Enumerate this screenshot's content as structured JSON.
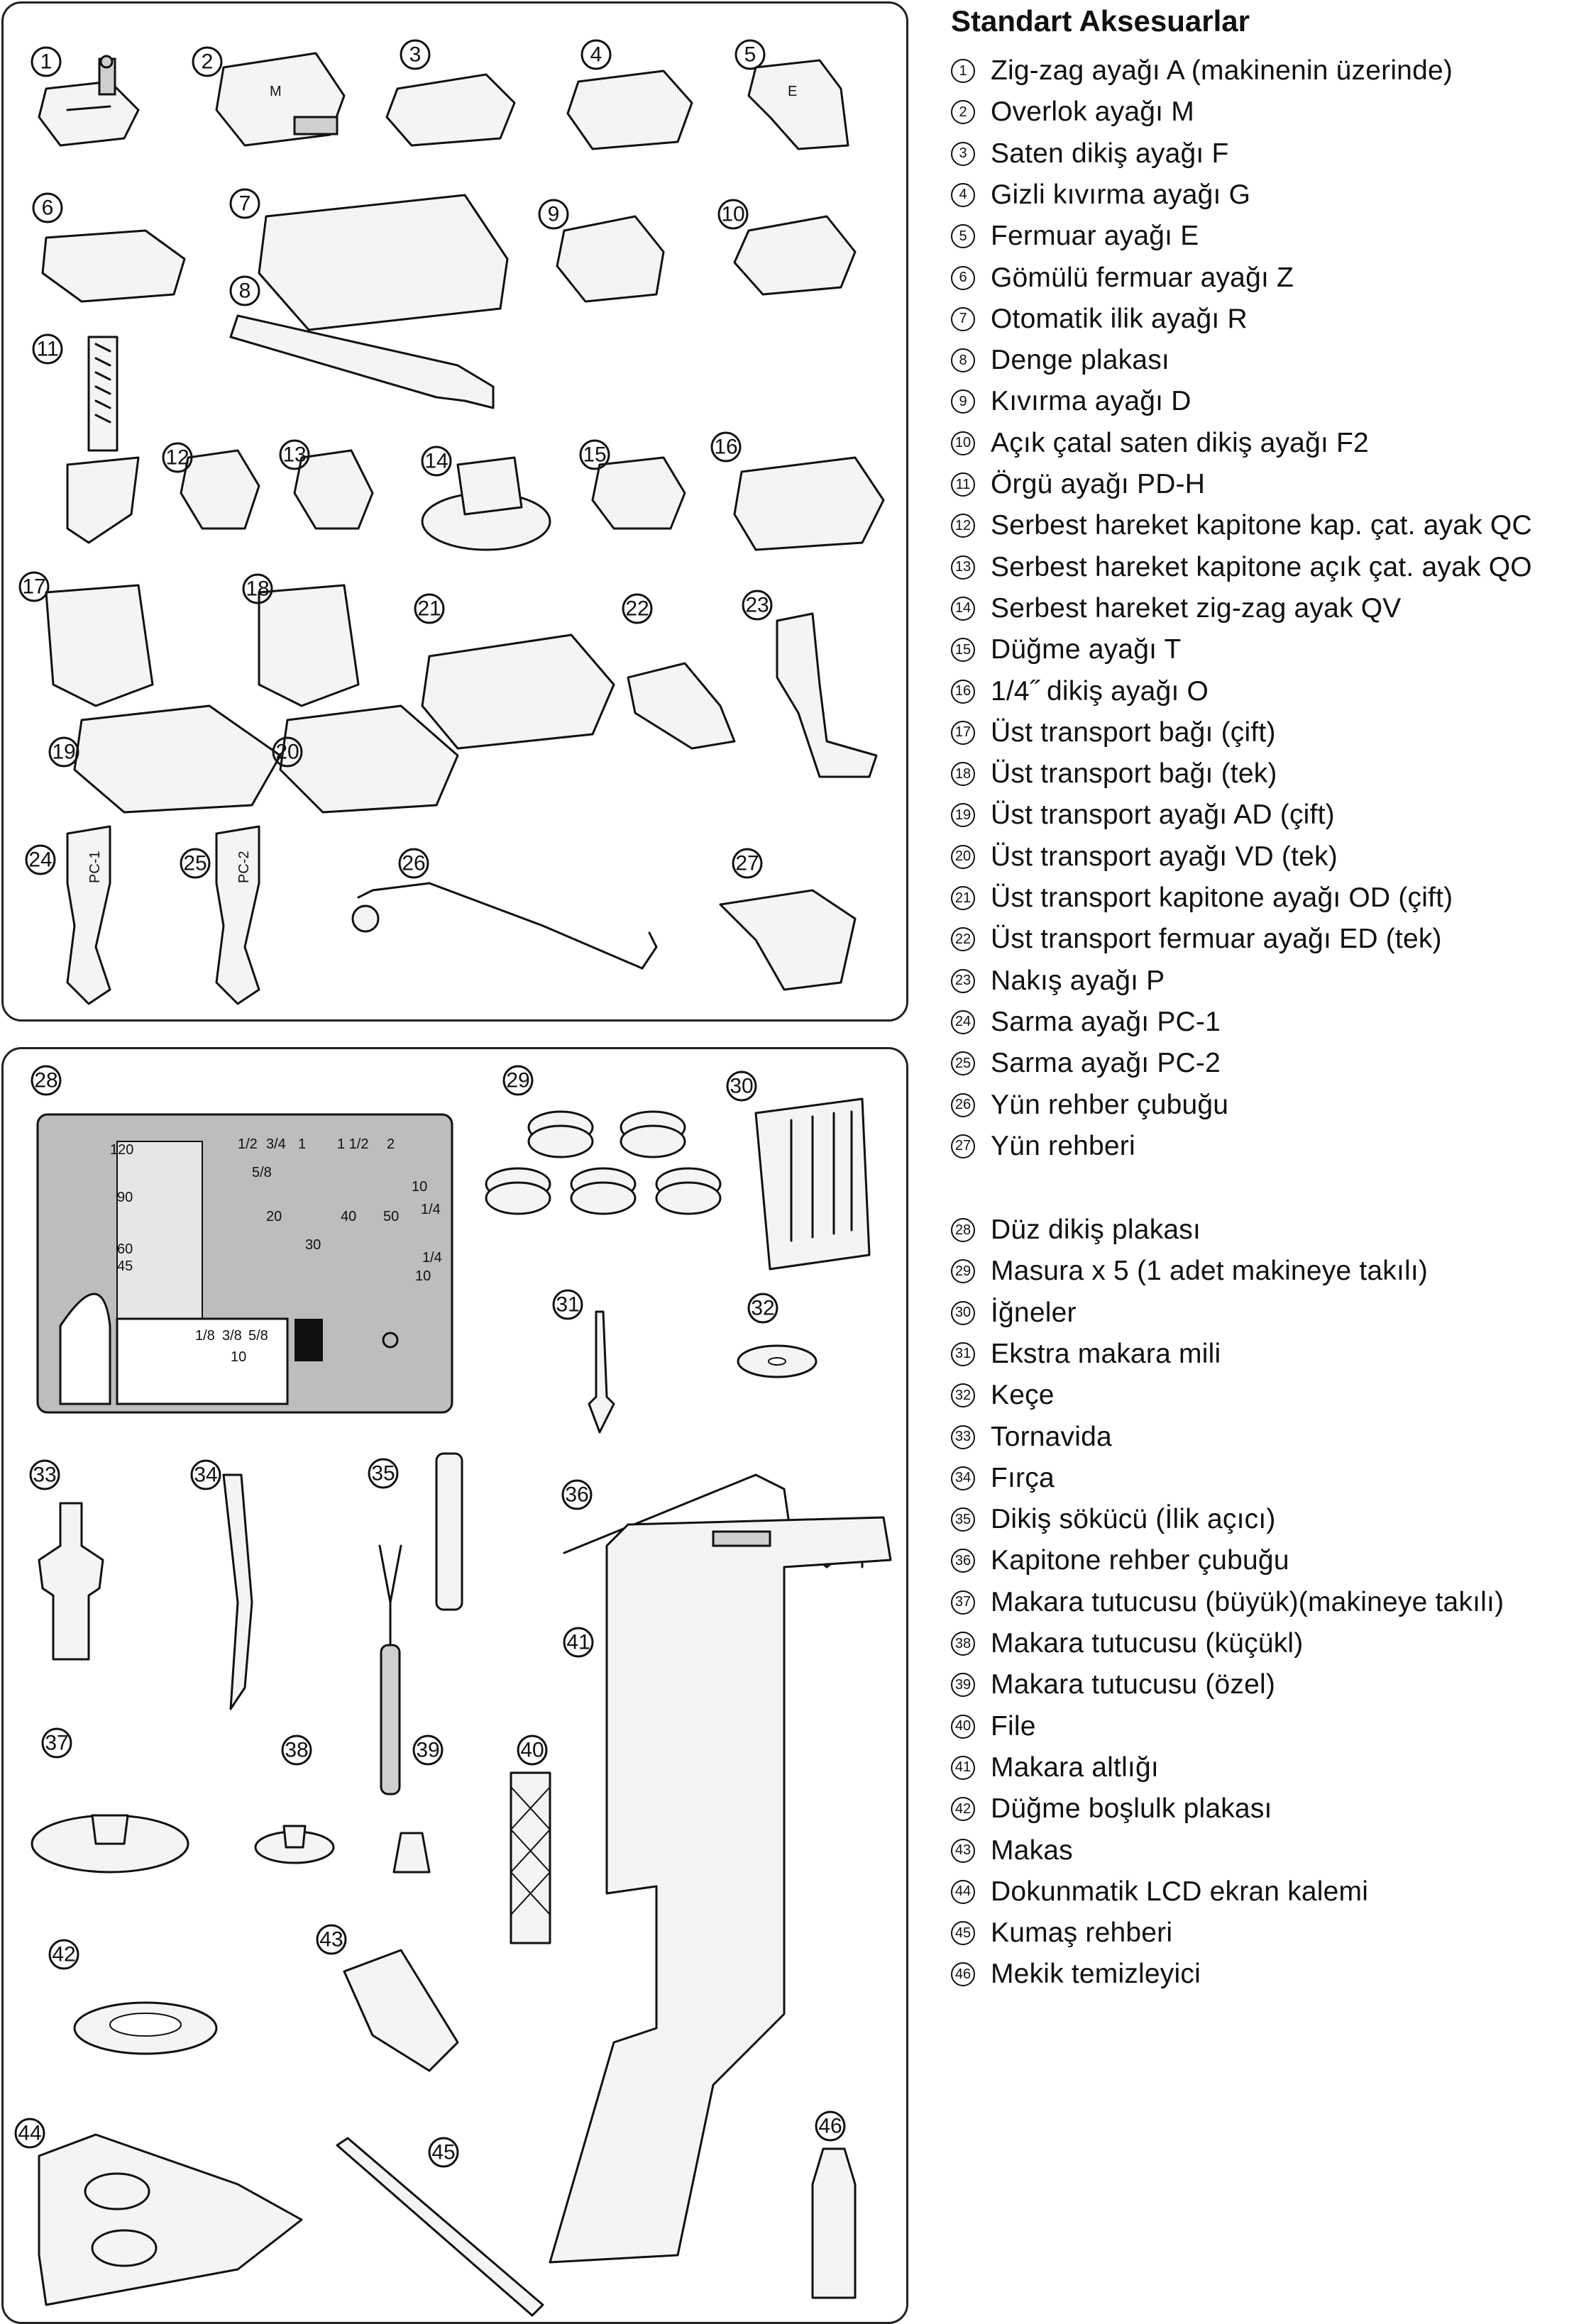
{
  "title": "Standart Aksesuarlar",
  "items": [
    {
      "num": "1",
      "label": "Zig-zag ayağı A (makinenin üzerinde)"
    },
    {
      "num": "2",
      "label": "Overlok ayağı M"
    },
    {
      "num": "3",
      "label": "Saten dikiş ayağı F"
    },
    {
      "num": "4",
      "label": "Gizli kıvırma ayağı G"
    },
    {
      "num": "5",
      "label": "Fermuar ayağı E"
    },
    {
      "num": "6",
      "label": "Gömülü fermuar ayağı Z"
    },
    {
      "num": "7",
      "label": "Otomatik ilik ayağı R"
    },
    {
      "num": "8",
      "label": "Denge plakası"
    },
    {
      "num": "9",
      "label": "Kıvırma ayağı D"
    },
    {
      "num": "10",
      "label": "Açık çatal saten dikiş ayağı F2"
    },
    {
      "num": "11",
      "label": "Örgü ayağı PD-H"
    },
    {
      "num": "12",
      "label": "Serbest hareket kapitone kap. çat. ayak QC"
    },
    {
      "num": "13",
      "label": "Serbest hareket kapitone açık çat. ayak QO"
    },
    {
      "num": "14",
      "label": "Serbest hareket zig-zag ayak QV"
    },
    {
      "num": "15",
      "label": "Düğme ayağı T"
    },
    {
      "num": "16",
      "label": "1/4˝ dikiş ayağı O"
    },
    {
      "num": "17",
      "label": "Üst transport bağı (çift)"
    },
    {
      "num": "18",
      "label": "Üst transport bağı (tek)"
    },
    {
      "num": "19",
      "label": "Üst transport ayağı AD (çift)"
    },
    {
      "num": "20",
      "label": "Üst transport ayağı VD (tek)"
    },
    {
      "num": "21",
      "label": "Üst transport kapitone ayağı OD (çift)"
    },
    {
      "num": "22",
      "label": "Üst transport fermuar ayağı ED (tek)"
    },
    {
      "num": "23",
      "label": "Nakış ayağı P"
    },
    {
      "num": "24",
      "label": "Sarma ayağı PC-1"
    },
    {
      "num": "25",
      "label": "Sarma ayağı PC-2"
    },
    {
      "num": "26",
      "label": "Yün rehber çubuğu"
    },
    {
      "num": "27",
      "label": "Yün rehberi"
    },
    {
      "num": "28",
      "label": "Düz dikiş plakası"
    },
    {
      "num": "29",
      "label": "Masura  x 5 (1 adet makineye takılı)"
    },
    {
      "num": "30",
      "label": "İğneler"
    },
    {
      "num": "31",
      "label": "Ekstra makara mili"
    },
    {
      "num": "32",
      "label": "Keçe"
    },
    {
      "num": "33",
      "label": "Tornavida"
    },
    {
      "num": "34",
      "label": "Fırça"
    },
    {
      "num": "35",
      "label": "Dikiş sökücü (İlik açıcı)"
    },
    {
      "num": "36",
      "label": "Kapitone rehber çubuğu"
    },
    {
      "num": "37",
      "label": "Makara tutucusu (büyük)(makineye takılı)"
    },
    {
      "num": "38",
      "label": "Makara tutucusu (küçükl)"
    },
    {
      "num": "39",
      "label": "Makara tutucusu (özel)"
    },
    {
      "num": "40",
      "label": "File"
    },
    {
      "num": "41",
      "label": "Makara altlığı"
    },
    {
      "num": "42",
      "label": "Düğme boşlulk plakası"
    },
    {
      "num": "43",
      "label": "Makas"
    },
    {
      "num": "44",
      "label": "Dokunmatik LCD ekran kalemi"
    },
    {
      "num": "45",
      "label": "Kumaş rehberi"
    },
    {
      "num": "46",
      "label": "Mekik temizleyici"
    }
  ],
  "plate_marks": {
    "left_scale": [
      "120",
      "90",
      "60",
      "45"
    ],
    "top_fractions": [
      "1/2",
      "3/4",
      "1",
      "1 1/2",
      "2"
    ],
    "five_eighths": "5/8",
    "mid_scale": [
      "20",
      "40",
      "50",
      "30"
    ],
    "right_scale": [
      "10",
      "1/4",
      "1/4",
      "10"
    ],
    "inset_fractions": [
      "1/8",
      "3/8",
      "5/8"
    ],
    "inset_ten": "10"
  },
  "foot_letters": {
    "overlock": "M",
    "zipper": "E",
    "wrap_1": "PC-1",
    "wrap_2": "PC-2"
  }
}
